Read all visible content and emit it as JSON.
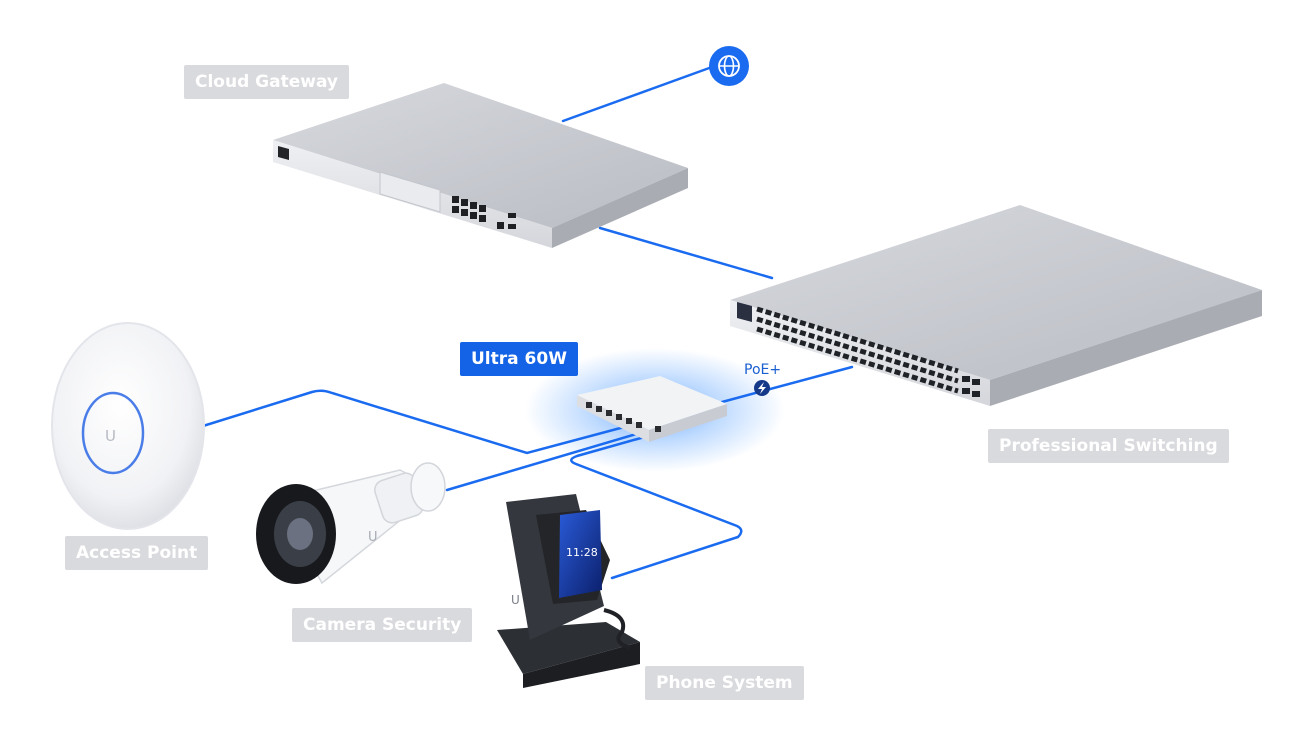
{
  "labels": {
    "cloud_gateway": "Cloud Gateway",
    "ultra_60w": "Ultra 60W",
    "professional_switching": "Professional Switching",
    "access_point": "Access Point",
    "camera_security": "Camera Security",
    "phone_system": "Phone System",
    "poe": "PoE+"
  },
  "phone_screen_time": "11:28",
  "device_logo": "U",
  "colors": {
    "link": "#1a6bf0",
    "accent": "#1463e6",
    "label_bg": "#d9dadd",
    "glow": "#5aa2ff"
  },
  "icons": [
    "globe-icon",
    "lightning-bolt-icon"
  ]
}
